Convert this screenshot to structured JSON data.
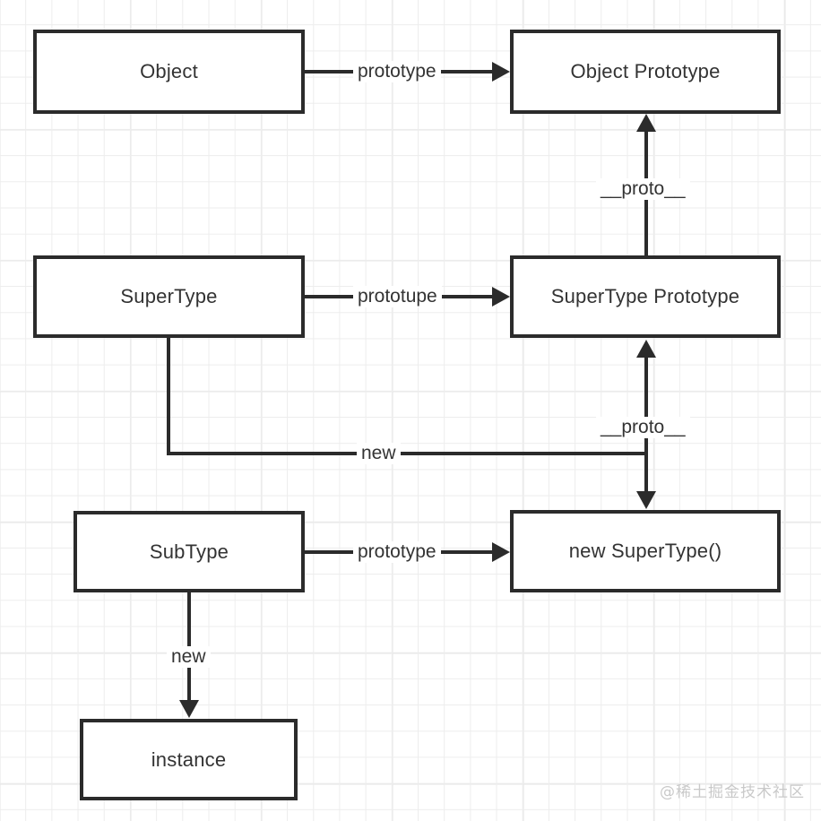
{
  "diagram": {
    "title": "JavaScript prototype chain diagram",
    "background_color": "#ffffff",
    "grid_color": "#ededed",
    "stroke_color": "#2b2b2b",
    "text_color": "#333333",
    "nodes": [
      {
        "id": "object",
        "label": "Object"
      },
      {
        "id": "object_prototype",
        "label": "Object Prototype"
      },
      {
        "id": "supertype",
        "label": "SuperType"
      },
      {
        "id": "supertype_prototype",
        "label": "SuperType Prototype"
      },
      {
        "id": "subtype",
        "label": "SubType"
      },
      {
        "id": "new_supertype",
        "label": "new SuperType()"
      },
      {
        "id": "instance",
        "label": "instance"
      }
    ],
    "edges": [
      {
        "id": "object-to-object-prototype",
        "label": "prototype",
        "from": "object",
        "to": "object_prototype"
      },
      {
        "id": "supertype-prototype-to-object-prototype",
        "label": "__proto__",
        "from": "supertype_prototype",
        "to": "object_prototype"
      },
      {
        "id": "supertype-to-supertype-prototype",
        "label": "prototupe",
        "from": "supertype",
        "to": "supertype_prototype"
      },
      {
        "id": "new-supertype-to-supertype-prototype",
        "label": "__proto__",
        "from": "new_supertype",
        "to": "supertype_prototype"
      },
      {
        "id": "supertype-to-new-supertype",
        "label": "new",
        "from": "supertype",
        "to": "new_supertype"
      },
      {
        "id": "subtype-to-new-supertype",
        "label": "prototype",
        "from": "subtype",
        "to": "new_supertype"
      },
      {
        "id": "subtype-to-instance",
        "label": "new",
        "from": "subtype",
        "to": "instance"
      }
    ]
  },
  "watermark": {
    "text": "@稀土掘金技术社区"
  }
}
